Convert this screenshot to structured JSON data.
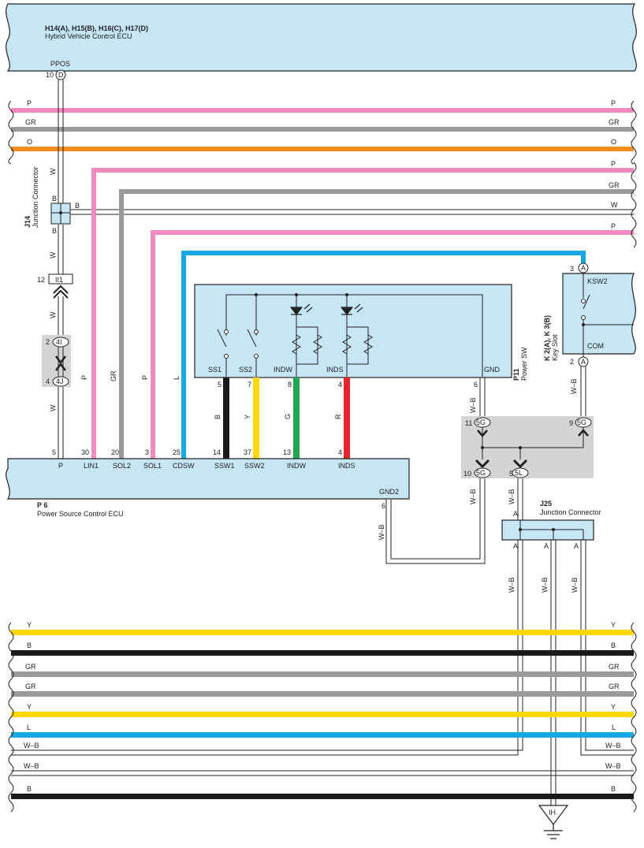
{
  "colors": {
    "P": "#f18bbf",
    "GR": "#9a9a9a",
    "O": "#f28c1f",
    "L": "#16a8e0",
    "B": "#1a1a1a",
    "Y": "#ffd800",
    "G": "#1fa84f",
    "R": "#e2262b",
    "W": "#ffffff",
    "box": "#c6e6f6"
  },
  "hv_ecu": {
    "codes": "H14(A), H15(B), H16(C), H17(D)",
    "name": "Hybrid Vehicle Control ECU",
    "pin_label": "PPOS",
    "pin_num": "10",
    "connector": "D"
  },
  "top_buses": [
    "P",
    "GR",
    "O"
  ],
  "right_wires": [
    "P",
    "GR",
    "W",
    "P"
  ],
  "j14": {
    "code": "J14",
    "name": "Junction Connector",
    "pin": "B"
  },
  "wire_w": "W",
  "inline_ii1": {
    "pin": "12",
    "code": "II1"
  },
  "inline_4i": {
    "pin": "2",
    "code": "4I"
  },
  "inline_4j": {
    "pin": "4",
    "code": "4J"
  },
  "power_sw": {
    "code": "P11",
    "name": "Power SW",
    "labels": [
      "SS1",
      "SS2",
      "INDW",
      "INDS",
      "GND"
    ],
    "pins": [
      "5",
      "7",
      "8",
      "4",
      "6"
    ]
  },
  "key_slot": {
    "code": "K 2(A), K 3(B)",
    "name": "Key Slot",
    "top_pin": "3",
    "top_conn": "A",
    "bottom_pin": "2",
    "bottom_conn": "A",
    "label_top": "KSW2",
    "label_bottom": "COM"
  },
  "ecu_p6": {
    "code": "P 6",
    "name": "Power Source Control ECU",
    "pin_nums": [
      "5",
      "30",
      "20",
      "3",
      "25",
      "14",
      "37",
      "13",
      "4"
    ],
    "pin_labels": [
      "P",
      "LIN1",
      "SOL2",
      "SOL1",
      "CDSW",
      "SSW1",
      "SSW2",
      "INDW",
      "INDS"
    ],
    "gnd_label": "GND2",
    "gnd_pin": "6"
  },
  "wire_labels": {
    "w1": "W",
    "p1": "P",
    "gr1": "GR",
    "p2": "P",
    "l1": "L",
    "b1": "B",
    "y1": "Y",
    "g1": "G",
    "r1": "R",
    "wb": "W–B"
  },
  "splice": {
    "c11": {
      "pin": "11",
      "conn": "5G"
    },
    "c9": {
      "pin": "9",
      "conn": "5G"
    },
    "c10": {
      "pin": "10",
      "conn": "5G"
    },
    "c5": {
      "pin": "5",
      "conn": "5L"
    }
  },
  "j25": {
    "code": "J25",
    "name": "Junction Connector",
    "pin": "A"
  },
  "ground": "IH",
  "bottom_buses": [
    "Y",
    "B",
    "GR",
    "GR",
    "Y",
    "L",
    "W–B",
    "W–B",
    "B"
  ]
}
